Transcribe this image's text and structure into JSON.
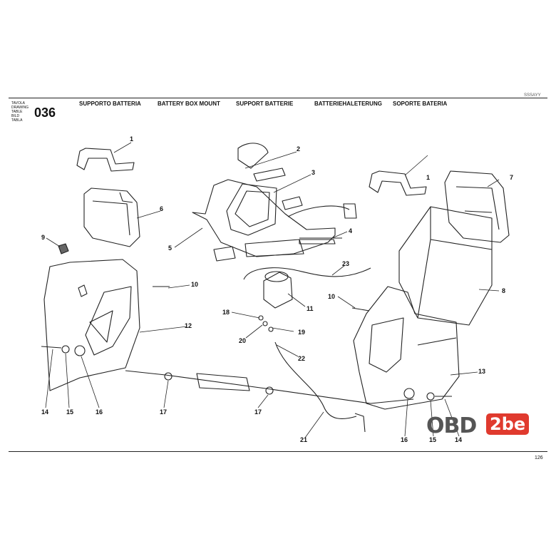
{
  "header": {
    "corner_text": "SSSAYY",
    "drawing_labels": [
      "TAVOLA",
      "DRAWING",
      "TABLE",
      "BILD",
      "TABLA"
    ],
    "drawing_code": "036",
    "titles": [
      "SUPPORTO BATTERIA",
      "BATTERY BOX MOUNT",
      "SUPPORT BATTERIE",
      "BATTERIEHALETERUNG",
      "SOPORTE BATERIA"
    ]
  },
  "callouts": [
    "1",
    "2",
    "3",
    "4",
    "5",
    "6",
    "7",
    "8",
    "9",
    "10",
    "11",
    "12",
    "13",
    "14",
    "15",
    "16",
    "17",
    "18",
    "19",
    "20",
    "21",
    "22",
    "23"
  ],
  "footer": {
    "page_number": "126"
  },
  "watermark": {
    "part1": "OBD",
    "part2": "2be"
  }
}
